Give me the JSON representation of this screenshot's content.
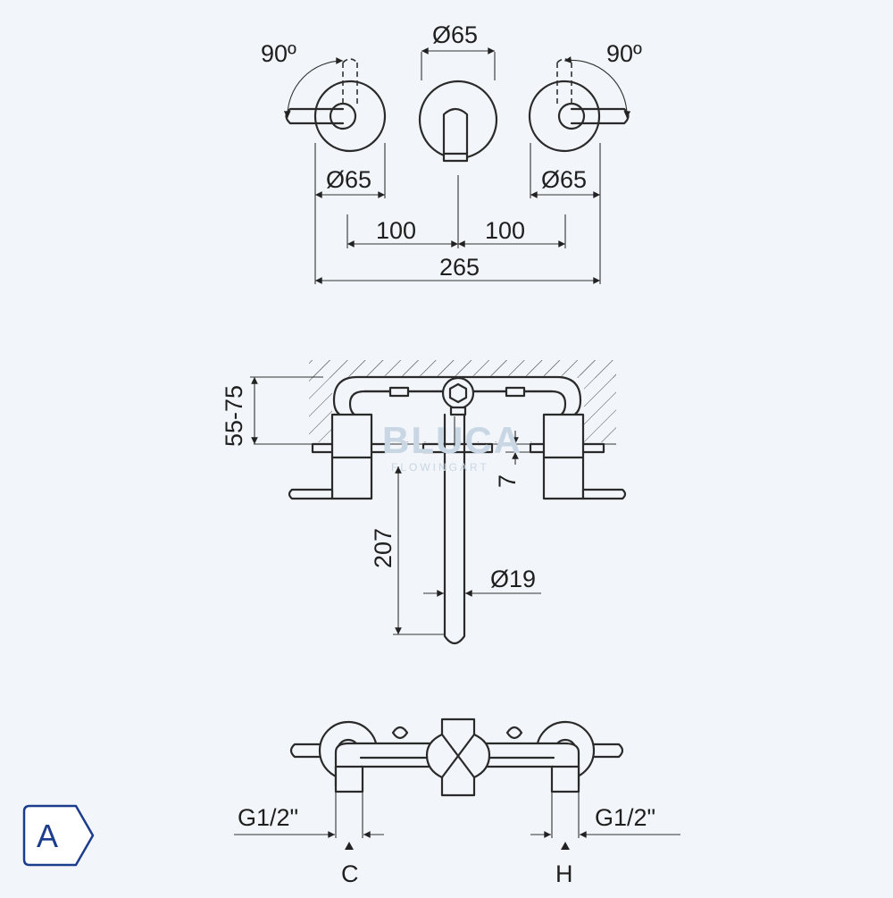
{
  "top_view": {
    "angle_left": "90º",
    "angle_right": "90º",
    "dia_spout": "Ø65",
    "dia_left_handle": "Ø65",
    "dia_right_handle": "Ø65",
    "spacing_left": "100",
    "spacing_right": "100",
    "overall_width": "265"
  },
  "side_view": {
    "wall_depth": "55-75",
    "plate_offset": "7",
    "spout_length": "207",
    "spout_dia": "Ø19"
  },
  "bottom_view": {
    "thread_left": "G1/2\"",
    "thread_right": "G1/2\"",
    "inlet_cold": "C",
    "inlet_hot": "H"
  },
  "badge": {
    "label": "A"
  },
  "watermark": {
    "brand": "BLUCA",
    "tagline": "FLOWINGART"
  },
  "colors": {
    "background": "#f2f5f9",
    "line": "#2a2a2a",
    "badge": "#1c3d8c"
  }
}
